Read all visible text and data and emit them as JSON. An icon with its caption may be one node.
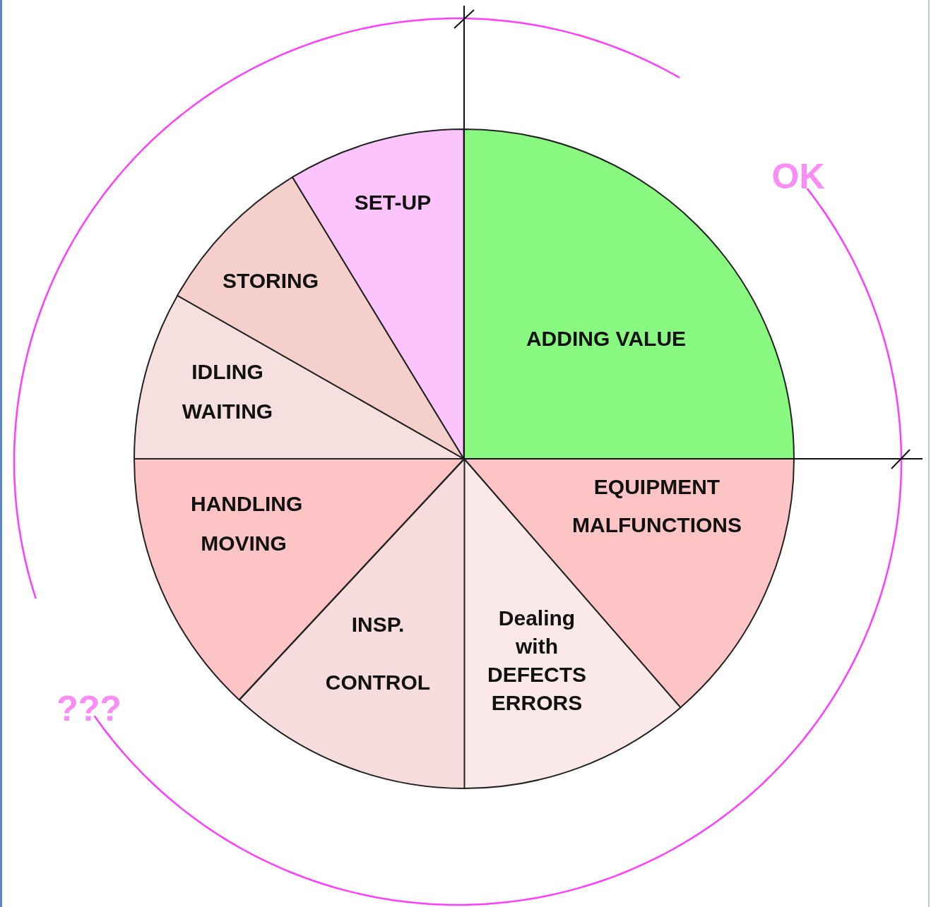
{
  "diagram": {
    "nodes": [
      {
        "text": [
          "ADDING VALUE"
        ]
      },
      {
        "text": [
          "EQUIPMENT MALFUNCTIONS"
        ]
      },
      {
        "text": [
          "Dealing with DEFECTS ERRORS"
        ]
      },
      {
        "text": [
          "INSP. CONTROL"
        ]
      },
      {
        "text": [
          "HANDLING MOVING"
        ]
      },
      {
        "text": [
          "IDLING WAITING"
        ]
      },
      {
        "text": [
          "STORING"
        ]
      },
      {
        "text": [
          "SET-UP"
        ]
      }
    ],
    "labels": [
      "OK",
      "???"
    ]
  }
}
